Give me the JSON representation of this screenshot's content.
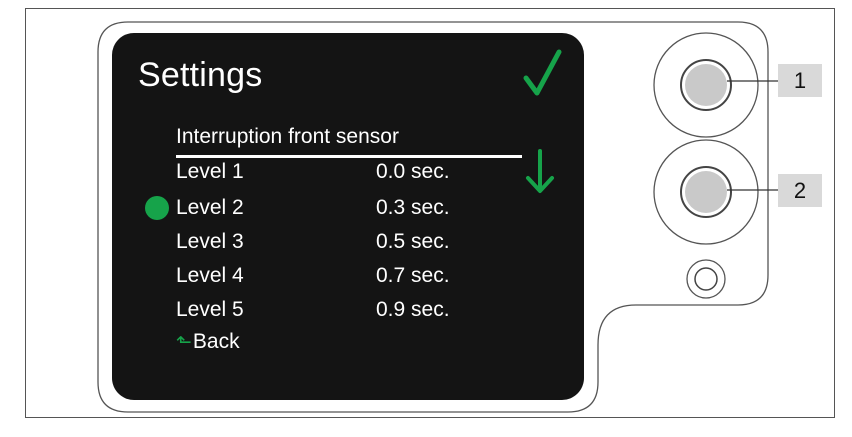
{
  "screen": {
    "title": "Settings",
    "subtitle": "Interruption front sensor",
    "confirm_icon": "check-icon",
    "scroll_icon": "down-arrow-icon",
    "accent_color": "#16a34a",
    "levels": [
      {
        "label": "Level 1",
        "value": "0.0 sec."
      },
      {
        "label": "Level 2",
        "value": "0.3 sec.",
        "selected": true
      },
      {
        "label": "Level 3",
        "value": "0.5 sec."
      },
      {
        "label": "Level 4",
        "value": "0.7 sec."
      },
      {
        "label": "Level 5",
        "value": "0.9 sec."
      }
    ],
    "back_label": "Back",
    "back_icon": "return-arrow-icon"
  },
  "buttons": {
    "button_1_label": "1",
    "button_2_label": "2"
  }
}
